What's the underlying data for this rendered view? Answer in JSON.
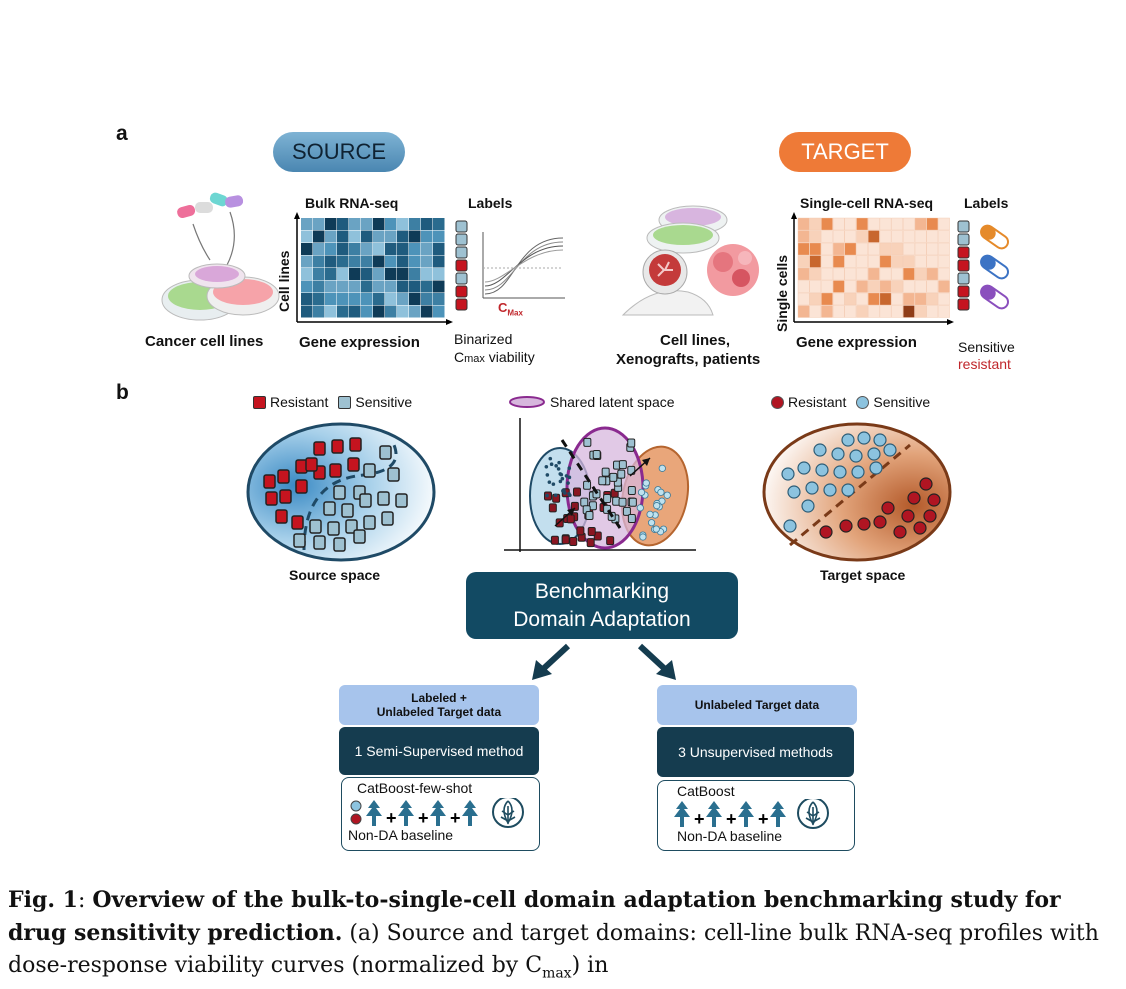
{
  "panel_a": {
    "letter": "a",
    "source_pill": "SOURCE",
    "target_pill": "TARGET",
    "cancer_cell_lines": "Cancer cell lines",
    "bulk_rnaseq": "Bulk RNA-seq",
    "cell_lines_axis": "Cell lines",
    "gene_expression_src": "Gene expression",
    "labels_src": "Labels",
    "cmax_label": "C",
    "cmax_sub": "Max",
    "binarized": "Binarized",
    "cmax_viability_pre": "C",
    "cmax_viability_sub": "max",
    "cmax_viability_post": " viability",
    "tgt_sources_line1": "Cell lines,",
    "tgt_sources_line2": "Xenografts, patients",
    "single_cell_rnaseq": "Single-cell RNA-seq",
    "single_cells_axis": "Single cells",
    "gene_expression_tgt": "Gene expression",
    "labels_tgt": "Labels",
    "sensitive": "Sensitive",
    "resistant": "resistant"
  },
  "panel_b": {
    "letter": "b",
    "legend_src_resistant": "Resistant",
    "legend_src_sensitive": "Sensitive",
    "legend_shared": "Shared latent space",
    "legend_tgt_resistant": "Resistant",
    "legend_tgt_sensitive": "Sensitive",
    "source_space": "Source space",
    "target_space": "Target space",
    "bench_line1": "Benchmarking",
    "bench_line2": "Domain Adaptation",
    "left_data_line1": "Labeled +",
    "left_data_line2": "Unlabeled Target data",
    "left_method": "1 Semi-Supervised method",
    "left_model": "CatBoost-few-shot",
    "left_baseline": "Non-DA baseline",
    "right_data": "Unlabeled Target data",
    "right_method": "3 Unsupervised methods",
    "right_model": "CatBoost",
    "right_baseline": "Non-DA baseline"
  },
  "caption": {
    "fig": "Fig. 1",
    "colon": ": ",
    "bold_title": "Overview of the bulk-to-single-cell domain adaptation benchmarking study for drug sensitivity prediction.",
    "rest": " (a) Source and target domains: cell-line bulk RNA-seq profiles with dose-response viability curves (normalized by C",
    "rest_sub": "max",
    "rest_end": ") in"
  },
  "colors": {
    "source_blue": "#4a86b1",
    "target_orange": "#ee7a37",
    "resistant_red": "#c5141f",
    "sensitive_blue": "#9ec1d1",
    "bench_dark": "#124a63",
    "data_box": "#a7c4ec"
  }
}
